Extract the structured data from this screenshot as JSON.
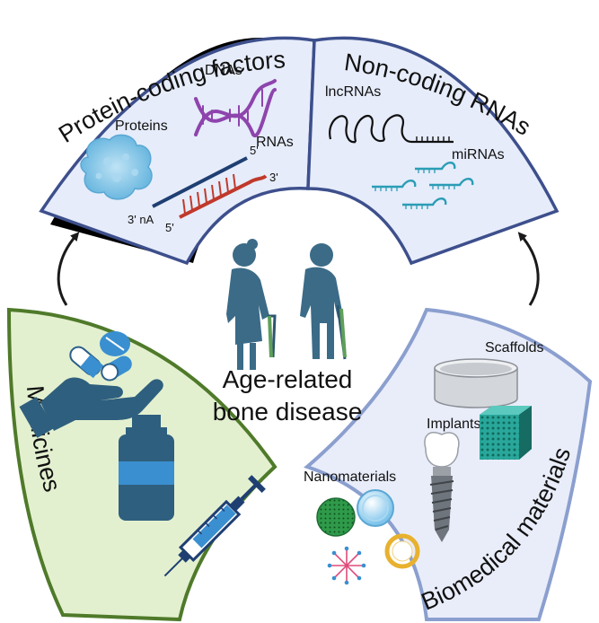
{
  "sections": {
    "protein": {
      "title": "Protein-coding factors",
      "proteins": "Proteins",
      "dnas": "DNAs",
      "rnas": "RNAs",
      "three_na": "3' nA",
      "five_bottom": "5'",
      "five_top": "5'",
      "three_top": "3'"
    },
    "noncoding": {
      "title": "Non-coding RNAs",
      "lncrnas": "lncRNAs",
      "mirnas": "miRNAs"
    },
    "medicines": {
      "title": "Medicines"
    },
    "biomedical": {
      "title": "Biomedical materials",
      "scaffolds": "Scaffolds",
      "implants": "Implants",
      "nanomaterials": "Nanomaterials"
    }
  },
  "center": {
    "line1": "Age-related",
    "line2": "bone disease"
  },
  "colors": {
    "top_fill": "#e6ecfa",
    "top_stroke": "#3d4f8c",
    "med_fill": "#e3f0cf",
    "med_stroke": "#4f7a2a",
    "bio_fill": "#e9edf9",
    "bio_stroke": "#8b9fcf",
    "figure": "#3b6b87",
    "pill_blue": "#3a8fd0",
    "dna_purple": "#8e44ad"
  },
  "icons": [
    "pills-icon",
    "hand-icon",
    "medicine-bottle-icon",
    "syringe-icon",
    "dna-icon",
    "protein-icon",
    "rna-icon",
    "lncrna-icon",
    "mirna-icon",
    "elderly-woman-icon",
    "elderly-man-icon",
    "scaffold-icon",
    "implant-icon",
    "nanomaterial-icon",
    "arrow-icon"
  ]
}
